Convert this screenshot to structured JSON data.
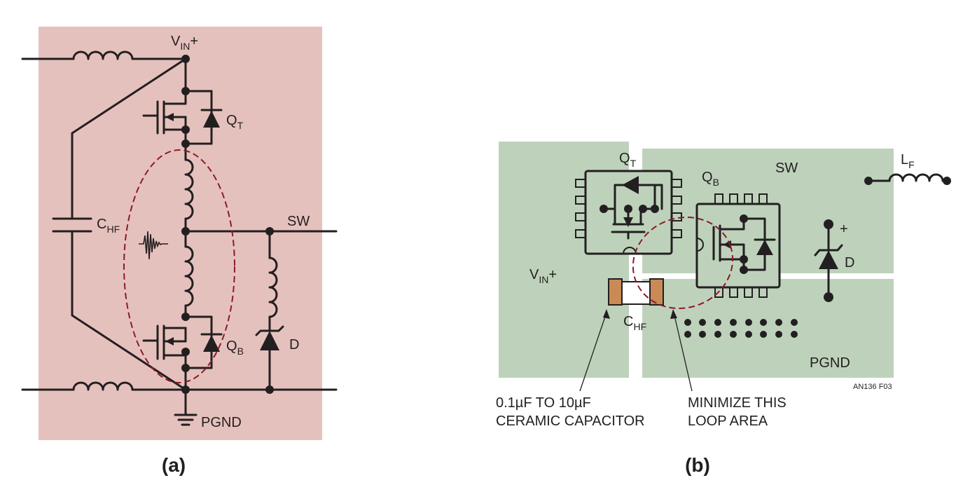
{
  "panel_a": {
    "caption": "(a)",
    "labels": {
      "vin": "V",
      "vin_sub": "IN",
      "vin_plus": "+",
      "qt": "Q",
      "qt_sub": "T",
      "qb": "Q",
      "qb_sub": "B",
      "chf": "C",
      "chf_sub": "HF",
      "sw": "SW",
      "d": "D",
      "pgnd": "PGND"
    },
    "colors": {
      "background": "#e5c1bd",
      "loop": "#8b1a2b"
    }
  },
  "panel_b": {
    "caption": "(b)",
    "labels": {
      "qt": "Q",
      "qt_sub": "T",
      "qb": "Q",
      "qb_sub": "B",
      "sw": "SW",
      "lf": "L",
      "lf_sub": "F",
      "d": "D",
      "plus": "+",
      "vin": "V",
      "vin_sub": "IN",
      "vin_plus": "+",
      "chf": "C",
      "chf_sub": "HF",
      "pgnd": "PGND",
      "figure_id": "AN136 F03"
    },
    "annotations": {
      "capacitor_line1": "0.1µF TO 10µF",
      "capacitor_line2": "CERAMIC CAPACITOR",
      "loop_line1": "MINIMIZE THIS",
      "loop_line2": "LOOP AREA"
    },
    "colors": {
      "copper": "#bed2bb",
      "pad": "#c98a56",
      "loop": "#8b1a2b"
    }
  }
}
